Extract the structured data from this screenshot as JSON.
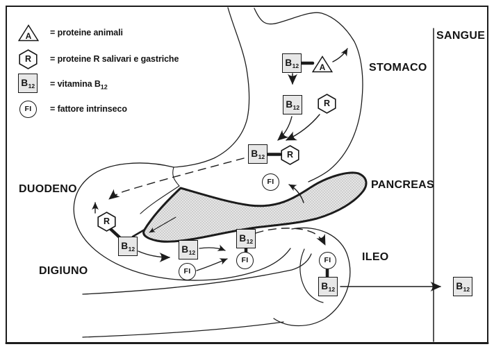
{
  "figure": {
    "type": "pathway-diagram",
    "subject": "assorbimento della vitamina B12",
    "language": "it"
  },
  "colors": {
    "line": "#1c1c1c",
    "b12_box_fill": "#e7e7e7",
    "pancreas_fill_base": "#e6e6e6",
    "pancreas_stipple": "#9c9c9c",
    "background": "#ffffff"
  },
  "symbols": {
    "a": "A",
    "r": "R",
    "b12_main": "B",
    "b12_sub": "12",
    "fi": "FI"
  },
  "legend": {
    "items": [
      {
        "symbol": "triangle-a",
        "text": "= proteine animali"
      },
      {
        "symbol": "hexagon-r",
        "text": "= proteine R salivari e gastriche"
      },
      {
        "symbol": "box-b12",
        "text": "= vitamina B",
        "text_sub": "12"
      },
      {
        "symbol": "circle-fi",
        "text": "= fattore intrinseco"
      }
    ]
  },
  "regions": {
    "stomaco": "STOMACO",
    "sangue": "SANGUE",
    "duodeno": "DUODENO",
    "pancreas": "PANCREAS",
    "digiuno": "DIGIUNO",
    "ileo": "ILEO"
  }
}
